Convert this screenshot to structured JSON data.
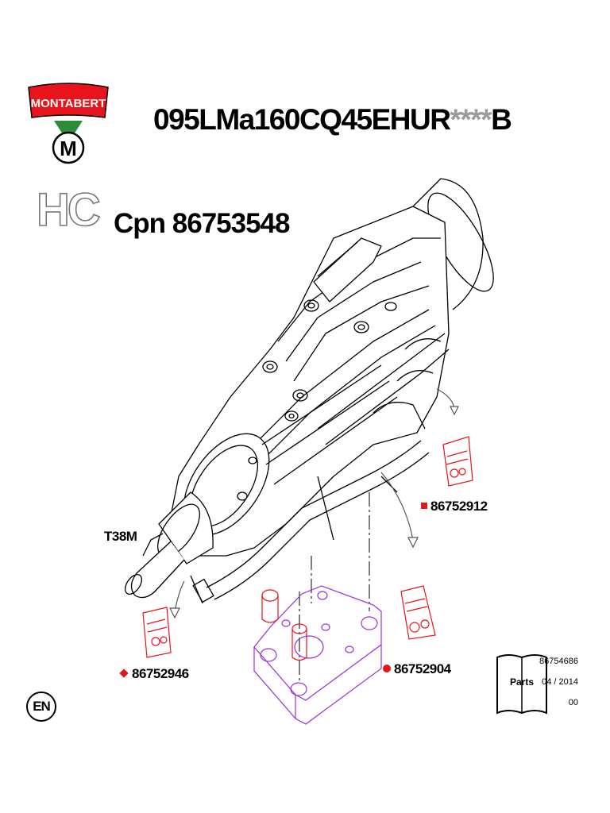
{
  "brand": {
    "name": "MONTABERT",
    "mark": "M"
  },
  "header": {
    "model_main": "095LMa160CQ45EHUR",
    "model_stars": "****",
    "model_suffix": "B",
    "hc": "HC",
    "cpn": "Cpn 86753548"
  },
  "callouts": {
    "t38m": "T38M",
    "kit_square": "86752912",
    "kit_diamond": "86752946",
    "kit_circle": "86752904"
  },
  "footer": {
    "language": "EN",
    "book_label": "Parts",
    "doc_number": "86754686",
    "date": "04 / 2014",
    "revision": "00"
  },
  "colors": {
    "brand_red": "#e8141b",
    "brand_green": "#2e8b3a",
    "kit_red": "#e8141b",
    "plate_purple": "#9b30d9"
  }
}
